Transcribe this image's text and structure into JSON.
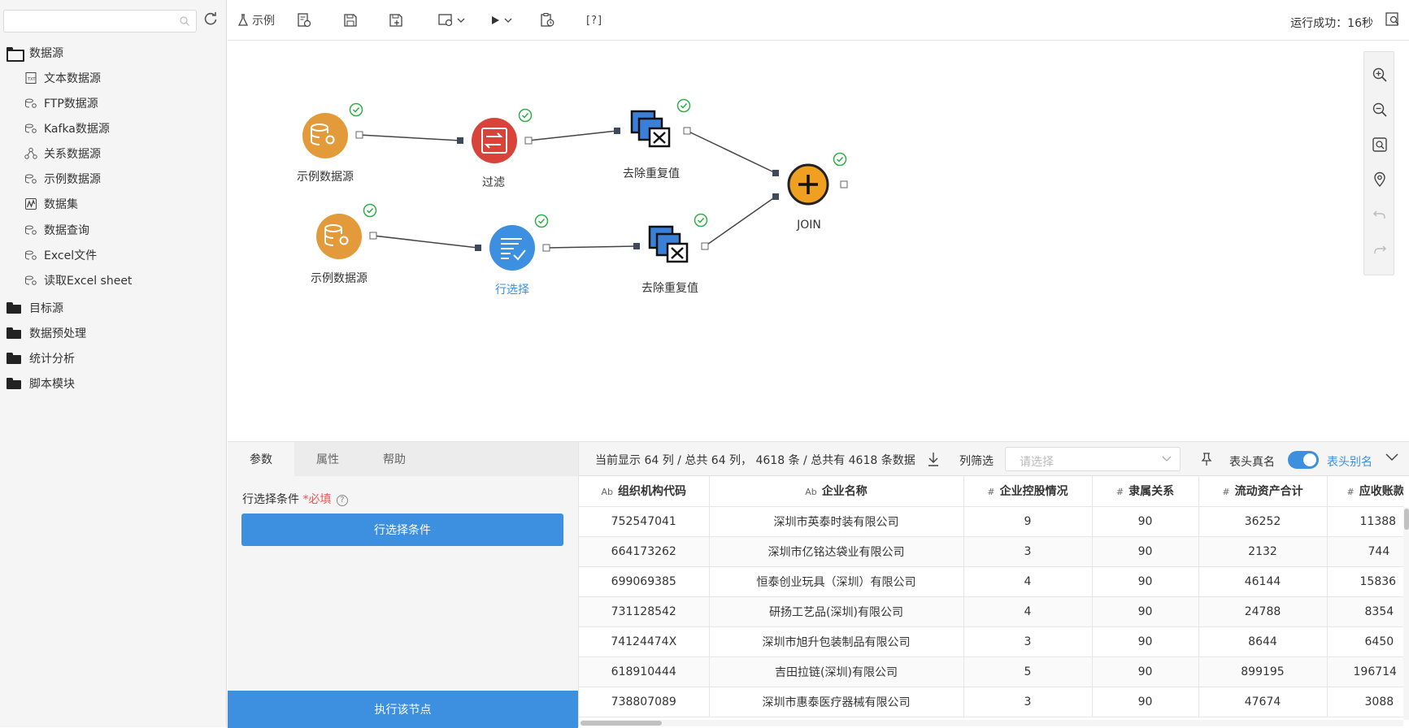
{
  "sidebar": {
    "search_placeholder": "",
    "groups": [
      {
        "label": "数据源",
        "items": [
          {
            "label": "文本数据源",
            "icon": "text-file-icon"
          },
          {
            "label": "FTP数据源",
            "icon": "database-link-icon"
          },
          {
            "label": "Kafka数据源",
            "icon": "database-link-icon"
          },
          {
            "label": "关系数据源",
            "icon": "relation-icon"
          },
          {
            "label": "示例数据源",
            "icon": "database-link-icon"
          },
          {
            "label": "数据集",
            "icon": "dataset-icon"
          },
          {
            "label": "数据查询",
            "icon": "database-link-icon"
          },
          {
            "label": "Excel文件",
            "icon": "database-link-icon"
          },
          {
            "label": "读取Excel sheet",
            "icon": "database-link-icon"
          }
        ]
      },
      {
        "label": "目标源"
      },
      {
        "label": "数据预处理"
      },
      {
        "label": "统计分析"
      },
      {
        "label": "脚本模块"
      }
    ]
  },
  "toolbar": {
    "example_label": "示例",
    "help_label": "[?]",
    "run_status": "运行成功：16秒"
  },
  "flow": {
    "nodes": [
      {
        "label": "示例数据源",
        "kind": "datasource",
        "color": "#e39a3a"
      },
      {
        "label": "过滤",
        "kind": "filter",
        "color": "#d9443a"
      },
      {
        "label": "去除重复值",
        "kind": "dedupe",
        "color": "#3a7fd9"
      },
      {
        "label": "示例数据源",
        "kind": "datasource",
        "color": "#e39a3a"
      },
      {
        "label": "行选择",
        "kind": "row-select",
        "color": "#3d8fe0"
      },
      {
        "label": "去除重复值",
        "kind": "dedupe",
        "color": "#3a7fd9"
      },
      {
        "label": "JOIN",
        "kind": "join",
        "color": "#f0a020"
      }
    ]
  },
  "params_panel": {
    "tabs": [
      "参数",
      "属性",
      "帮助"
    ],
    "active_tab": "参数",
    "condition_label": "行选择条件",
    "required_mark": "*必填",
    "help_mark": "?",
    "condition_button": "行选择条件",
    "execute_button": "执行该节点"
  },
  "preview": {
    "summary": "当前显示 64 列 / 总共 64 列， 4618 条 / 总共有 4618 条数据",
    "filter_label": "列筛选",
    "filter_placeholder": "请选择",
    "header_true_name": "表头真名",
    "header_alias": "表头别名",
    "header_alias_enabled": true,
    "columns": [
      {
        "type": "Ab",
        "name": "组织机构代码"
      },
      {
        "type": "Ab",
        "name": "企业名称"
      },
      {
        "type": "#",
        "name": "企业控股情况"
      },
      {
        "type": "#",
        "name": "隶属关系"
      },
      {
        "type": "#",
        "name": "流动资产合计"
      },
      {
        "type": "#",
        "name": "应收账款"
      }
    ],
    "rows": [
      [
        "752547041",
        "深圳市英泰时装有限公司",
        "9",
        "90",
        "36252",
        "11388"
      ],
      [
        "664173262",
        "深圳市亿铭达袋业有限公司",
        "3",
        "90",
        "2132",
        "744"
      ],
      [
        "699069385",
        "恒泰创业玩具（深圳）有限公司",
        "4",
        "90",
        "46144",
        "15836"
      ],
      [
        "731128542",
        "研扬工艺品(深圳)有限公司",
        "4",
        "90",
        "24788",
        "8354"
      ],
      [
        "74124474X",
        "深圳市旭升包装制品有限公司",
        "3",
        "90",
        "8644",
        "6450"
      ],
      [
        "618910444",
        "吉田拉链(深圳)有限公司",
        "5",
        "90",
        "899195",
        "196714"
      ],
      [
        "738807089",
        "深圳市惠泰医疗器械有限公司",
        "3",
        "90",
        "47674",
        "3088"
      ]
    ]
  }
}
